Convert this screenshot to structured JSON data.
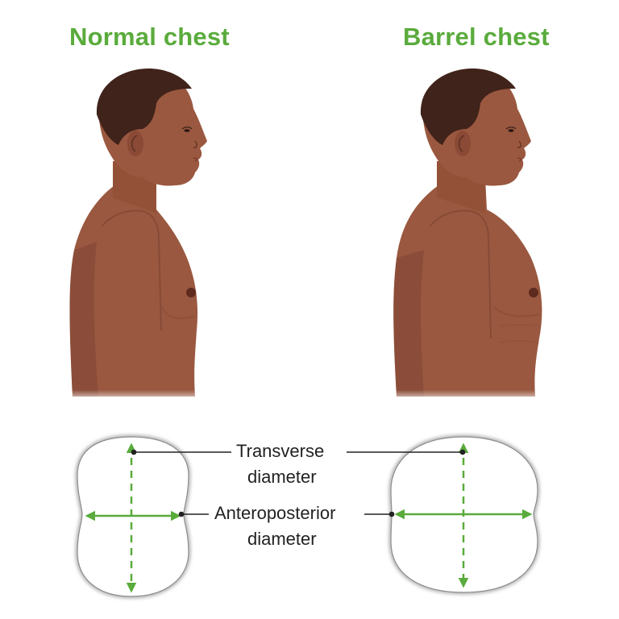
{
  "titles": {
    "normal": "Normal chest",
    "barrel": "Barrel chest"
  },
  "labels": {
    "transverse_line1": "Transverse",
    "transverse_line2": "diameter",
    "anteroposterior_line1": "Anteroposterior",
    "anteroposterior_line2": "diameter"
  },
  "colors": {
    "title_green": "#5aab3c",
    "arrow_green": "#5aab3c",
    "skin": "#9a5840",
    "hair": "#40231a",
    "leader_line": "#222222",
    "cross_section_outline": "#9a9a9a"
  },
  "figures": [
    {
      "id": "normal",
      "description": "Side profile of man with normal chest"
    },
    {
      "id": "barrel",
      "description": "Side profile of man with barrel chest"
    }
  ],
  "cross_sections": [
    {
      "id": "normal",
      "shape": "tall oval (AP < transverse)"
    },
    {
      "id": "barrel",
      "shape": "round (AP ≈ transverse)"
    }
  ]
}
